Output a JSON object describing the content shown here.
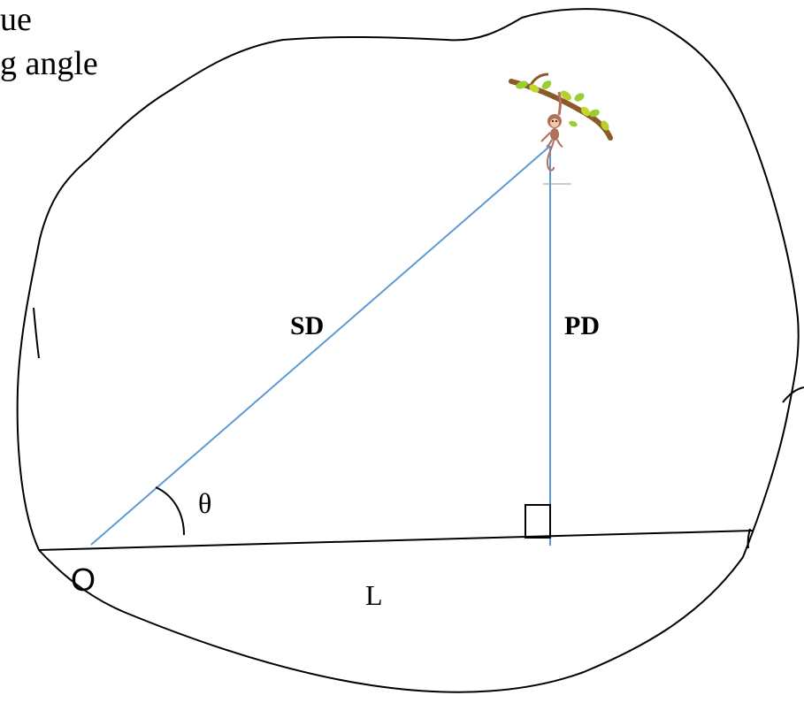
{
  "title_lines": [
    "ue",
    "g angle"
  ],
  "labels": {
    "slope_distance": "SD",
    "plumb_distance": "PD",
    "angle": "θ",
    "origin": "O",
    "length": "L"
  },
  "colors": {
    "line_blue": "#5b9bd5",
    "outline": "#000000",
    "leaf": "#9acd32",
    "branch": "#8b5a2b",
    "monkey": "#b0705a"
  },
  "icons": [
    "monkey-on-branch-icon"
  ]
}
